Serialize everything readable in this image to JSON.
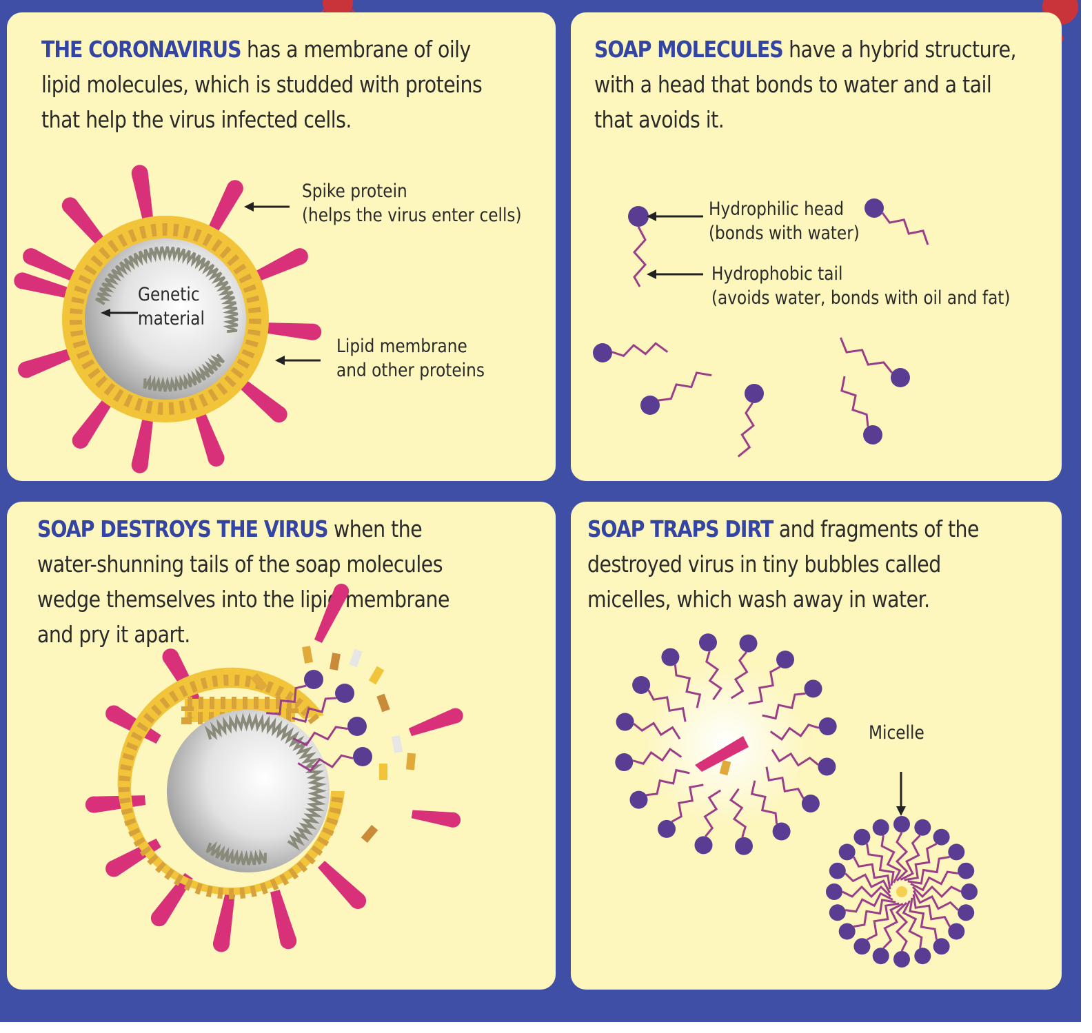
{
  "panel1": {
    "highlight": "THE CORONAVIRUS",
    "lines": [
      " has a membrane of oily",
      "lipid molecules, which is studded with proteins",
      "that help the virus infected cells."
    ],
    "labels": {
      "spike": [
        "Spike protein",
        "(helps the virus enter cells)"
      ],
      "genetic": [
        "Genetic",
        "material"
      ],
      "lipid": [
        "Lipid membrane",
        "and other proteins"
      ]
    }
  },
  "panel2": {
    "highlight": "SOAP MOLECULES",
    "lines": [
      " have a hybrid structure,",
      "with a head that bonds to water and a tail",
      "that avoids it."
    ],
    "labels": {
      "head": [
        "Hydrophilic head",
        "(bonds with water)"
      ],
      "tail": [
        "Hydrophobic tail",
        "(avoids water, bonds with oil and fat)"
      ]
    }
  },
  "panel3": {
    "highlight": "SOAP DESTROYS THE VIRUS",
    "lines": [
      " when the",
      "water-shunning tails of the soap molecules",
      "wedge themselves into the lipid membrane",
      "and pry it apart."
    ]
  },
  "panel4": {
    "highlight": "SOAP TRAPS DIRT",
    "lines": [
      " and fragments of the",
      "destroyed virus in tiny bubbles called",
      "micelles, which wash away in water."
    ],
    "labels": {
      "micelle": "Micelle"
    }
  },
  "colors": {
    "frame": "#3f4fa6",
    "panel": "#fdf6bd",
    "highlight": "#3344a3",
    "spike": "#d8317a",
    "membrane": "#f2c43a",
    "soap_head": "#5a3c93",
    "soap_tail": "#9b3e8a"
  }
}
